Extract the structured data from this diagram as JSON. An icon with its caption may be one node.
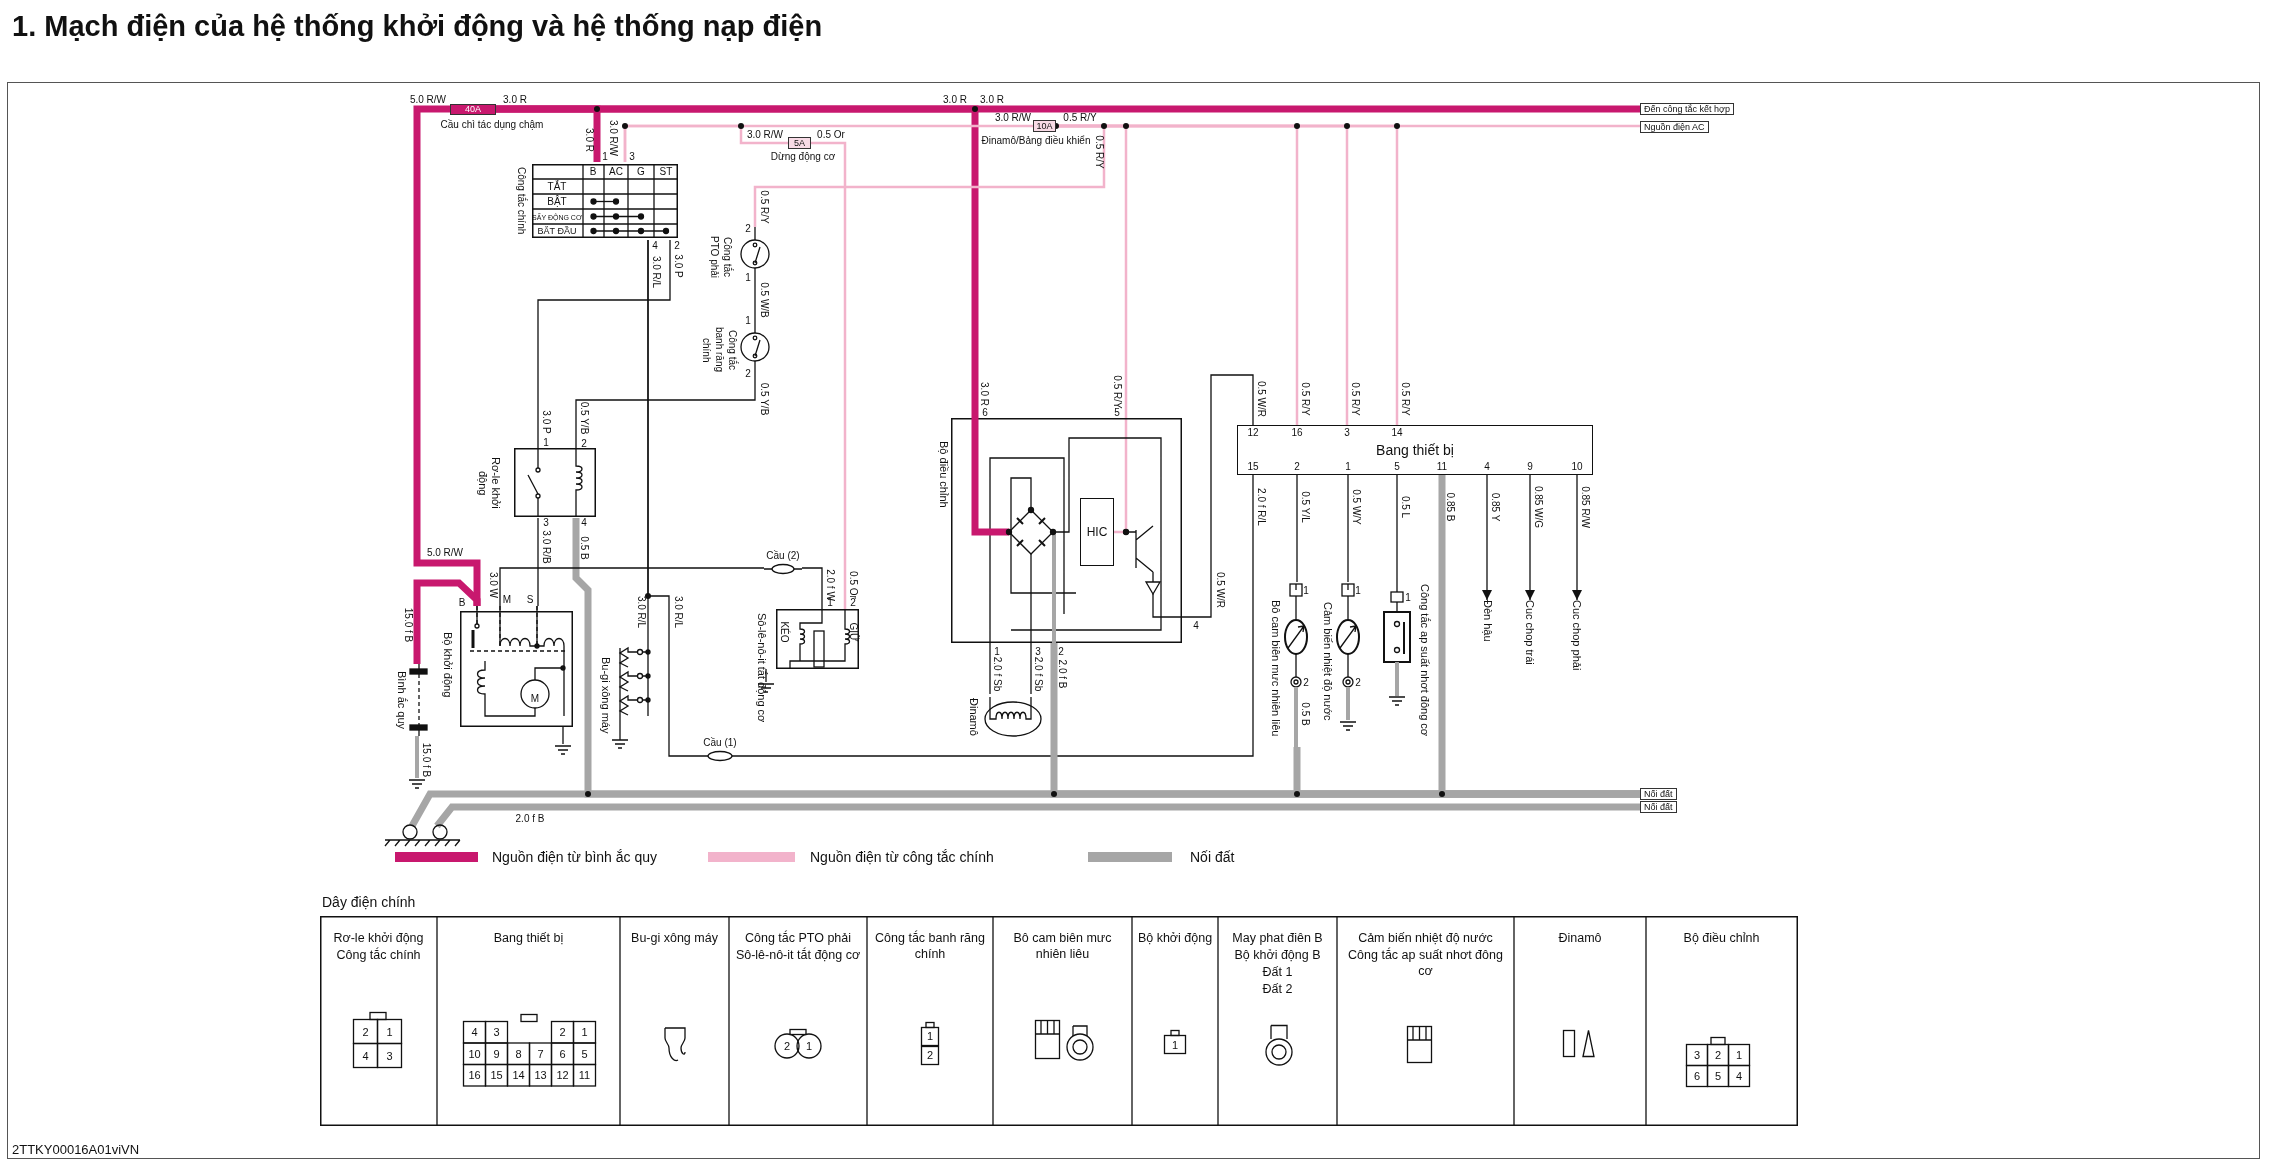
{
  "diagram": {
    "title": "1. Mạch điện của hệ thống khởi động và hệ thống nạp điện",
    "nodes": [
      {
        "text": [
          "Công tắc chính"
        ]
      },
      {
        "text": [
          "40A"
        ],
        "beside": [
          "Cầu chì tác dụng chậm"
        ]
      },
      {
        "text": [
          "5A"
        ],
        "beside": [
          "Dừng động cơ"
        ]
      },
      {
        "text": [
          "10A"
        ],
        "beside": [
          "Đinamô/Bảng điều khiển"
        ]
      },
      {
        "text": [
          "Công tắc PTO phải"
        ]
      },
      {
        "text": [
          "Công tắc banh răng chính"
        ]
      },
      {
        "text": [
          "Rơ-le khởi động"
        ]
      },
      {
        "text": [
          "Bộ khởi động"
        ]
      },
      {
        "text": [
          "Bình ắc quy"
        ]
      },
      {
        "text": [
          "Bu-gi xông máy"
        ]
      },
      {
        "text": [
          "Sô-lê-nô-it tắt động cơ"
        ]
      },
      {
        "text": [
          "Bộ điều chỉnh"
        ]
      },
      {
        "text": [
          "HIC"
        ],
        "in": 11
      },
      {
        "text": [
          "Đinamô"
        ]
      },
      {
        "text": [
          "Bang thiết bị"
        ]
      },
      {
        "text": [
          "Bô cam biên mưc nhiên liêu"
        ]
      },
      {
        "text": [
          "Cảm biến nhiệt độ nước"
        ]
      },
      {
        "text": [
          "Công tắc ap suất nhơt đông cơ"
        ]
      },
      {
        "text": [
          "Đèn hậu"
        ]
      },
      {
        "text": [
          "Cuc chop trái"
        ]
      },
      {
        "text": [
          "Cuc chop phải"
        ]
      },
      {
        "text": [
          "Đến công tắc kết hợp"
        ]
      },
      {
        "text": [
          "Nguồn điện AC"
        ]
      },
      {
        "text": [
          "Nối đất"
        ]
      },
      {
        "text": [
          "Nối đất"
        ]
      },
      {
        "text": [
          "Cầu (2)"
        ]
      },
      {
        "text": [
          "Cầu (1)"
        ]
      }
    ],
    "edges": [
      {
        "from": 1,
        "to": 0,
        "arrow": "none",
        "style": "thick",
        "color": "#c8186e"
      },
      {
        "from": 1,
        "to": 7,
        "arrow": "none",
        "style": "thick",
        "color": "#c8186e"
      },
      {
        "from": 8,
        "to": 7,
        "arrow": "none",
        "style": "thick",
        "color": "#c8186e"
      },
      {
        "from": 1,
        "to": 11,
        "arrow": "none",
        "style": "thick",
        "color": "#c8186e"
      },
      {
        "from": 1,
        "to": 21,
        "arrow": "none",
        "style": "thick",
        "color": "#c8186e"
      },
      {
        "from": 0,
        "to": 2,
        "arrow": "none",
        "color": "#f2b3cb"
      },
      {
        "from": 2,
        "to": 10,
        "arrow": "none",
        "color": "#f2b3cb"
      },
      {
        "from": 0,
        "to": 3,
        "arrow": "none",
        "color": "#f2b3cb"
      },
      {
        "from": 3,
        "to": 4,
        "arrow": "none",
        "color": "#f2b3cb"
      },
      {
        "from": 3,
        "to": 11,
        "arrow": "none",
        "color": "#f2b3cb"
      },
      {
        "from": 3,
        "to": 14,
        "arrow": "none",
        "color": "#f2b3cb"
      },
      {
        "from": 3,
        "to": 14,
        "arrow": "none",
        "color": "#f2b3cb"
      },
      {
        "from": 3,
        "to": 14,
        "arrow": "none",
        "color": "#f2b3cb"
      },
      {
        "from": 3,
        "to": 22,
        "arrow": "none",
        "color": "#f2b3cb"
      },
      {
        "from": 4,
        "to": 5,
        "arrow": "none"
      },
      {
        "from": 5,
        "to": 6,
        "arrow": "none"
      },
      {
        "from": 0,
        "to": 6,
        "arrow": "none"
      },
      {
        "from": 6,
        "to": 7,
        "arrow": "none"
      },
      {
        "from": 6,
        "to": 23,
        "arrow": "none",
        "style": "thick",
        "color": "#a6a6a6"
      },
      {
        "from": 0,
        "to": 9,
        "arrow": "none"
      },
      {
        "from": 7,
        "to": 25,
        "arrow": "none"
      },
      {
        "from": 25,
        "to": 10,
        "arrow": "none"
      },
      {
        "from": 0,
        "to": 26,
        "arrow": "none"
      },
      {
        "from": 26,
        "to": 14,
        "arrow": "none"
      },
      {
        "from": 11,
        "to": 14,
        "arrow": "none"
      },
      {
        "from": 11,
        "to": 13,
        "arrow": "none"
      },
      {
        "from": 11,
        "to": 13,
        "arrow": "none"
      },
      {
        "from": 11,
        "to": 23,
        "arrow": "none",
        "style": "thick",
        "color": "#a6a6a6"
      },
      {
        "from": 14,
        "to": 15,
        "arrow": "none"
      },
      {
        "from": 14,
        "to": 16,
        "arrow": "none"
      },
      {
        "from": 14,
        "to": 17,
        "arrow": "none"
      },
      {
        "from": 14,
        "to": 23,
        "arrow": "none",
        "style": "thick",
        "color": "#a6a6a6"
      },
      {
        "from": 14,
        "to": 18,
        "arrow": "to"
      },
      {
        "from": 14,
        "to": 19,
        "arrow": "to"
      },
      {
        "from": 14,
        "to": 20,
        "arrow": "to"
      },
      {
        "from": 15,
        "to": 23,
        "arrow": "none",
        "style": "thick",
        "color": "#a6a6a6"
      },
      {
        "from": null,
        "to": 24,
        "arrow": "none",
        "style": "thick",
        "color": "#a6a6a6"
      },
      {
        "from": null,
        "to": 23,
        "arrow": "none",
        "style": "thick",
        "color": "#a6a6a6"
      },
      {
        "from": 11,
        "to": 12,
        "arrow": "none",
        "color": "#f2b3cb"
      }
    ],
    "labels": [
      "5.0 R/W",
      "3.0 R",
      "3.0 R",
      "3.0 R/W",
      "1",
      "3",
      "3.0 R/W",
      "0.5 Or",
      "3.0 R",
      "3.0 R",
      "3.0 R/W",
      "0.5 R/Y",
      "0.5 R/Y",
      "B",
      "AC",
      "G",
      "ST",
      "TẮT",
      "BẬT",
      "SẤY ĐỘNG CƠ",
      "BẮT ĐẦU",
      "4",
      "2",
      "3.0 R/L",
      "3.0 P",
      "0.5 R/Y",
      "2",
      "1",
      "0.5 W/B",
      "1",
      "2",
      "0.5 Y/B",
      "3.0 R",
      "6",
      "0.5 R/Y",
      "5",
      "0.5 W/R",
      "0.5 R/Y",
      "0.5 R/Y",
      "0.5 R/Y",
      "3.0 P",
      "0.5 Y/B",
      "1",
      "2",
      "12",
      "16",
      "3",
      "14",
      "15",
      "2",
      "1",
      "5",
      "11",
      "4",
      "9",
      "10",
      "2.0 f R/L",
      "0.5 Y/L",
      "0.5 W/Y",
      "0.5 L",
      "0.85 B",
      "0.85 Y",
      "0.85 W/G",
      "0.85 R/W",
      "3",
      "4",
      "3.0 R/B",
      "0.5 B",
      "5.0 R/W",
      "3.0 W",
      "B",
      "M",
      "S",
      "2.0 f W",
      "0.5 Or",
      "1",
      "2",
      "KÉO",
      "GIỮ",
      "15.0 f B",
      "3.0 R/L",
      "3.0 R/L",
      "15.0 f B",
      "M",
      "4",
      "0.5 W/R",
      "1",
      "3",
      "2",
      "2.0 f Sb",
      "2.0 f Sb",
      "2.0 f B",
      "1",
      "2",
      "1",
      "2",
      "1",
      "0.5 B",
      "2.0 f B",
      "Dây điện chính",
      "Rơ-le khởi động",
      "Công tắc chính",
      "Bang thiết bị",
      "Bu-gi xông máy",
      "Công tắc PTO phải",
      "Sô-lê-nô-it tắt động cơ",
      "Công tắc banh răng chính",
      "Bô cam biên mưc nhiên liêu",
      "Bộ khởi động",
      "May phat điên B",
      "Bộ khởi động B",
      "Đất 1",
      "Đất 2",
      "Cảm biến nhiệt độ nước",
      "Công tắc ap suất nhơt đông cơ",
      "Đinamô",
      "Bộ điều chỉnh",
      "2",
      "1",
      "4",
      "3",
      "4",
      "3",
      "2",
      "1",
      "10",
      "9",
      "8",
      "7",
      "6",
      "5",
      "16",
      "15",
      "14",
      "13",
      "12",
      "11",
      "2",
      "1",
      "1",
      "2",
      "1",
      "3",
      "2",
      "1",
      "6",
      "5",
      "4",
      "2TTKY00016A01viVN"
    ],
    "legend": [
      {
        "text": "Nguồn điện từ bình ắc quy",
        "color": "#c8186e"
      },
      {
        "text": "Nguồn điện từ công tắc chính",
        "color": "#f2b3cb"
      },
      {
        "text": "Nối đất",
        "color": "#a6a6a6"
      }
    ]
  }
}
